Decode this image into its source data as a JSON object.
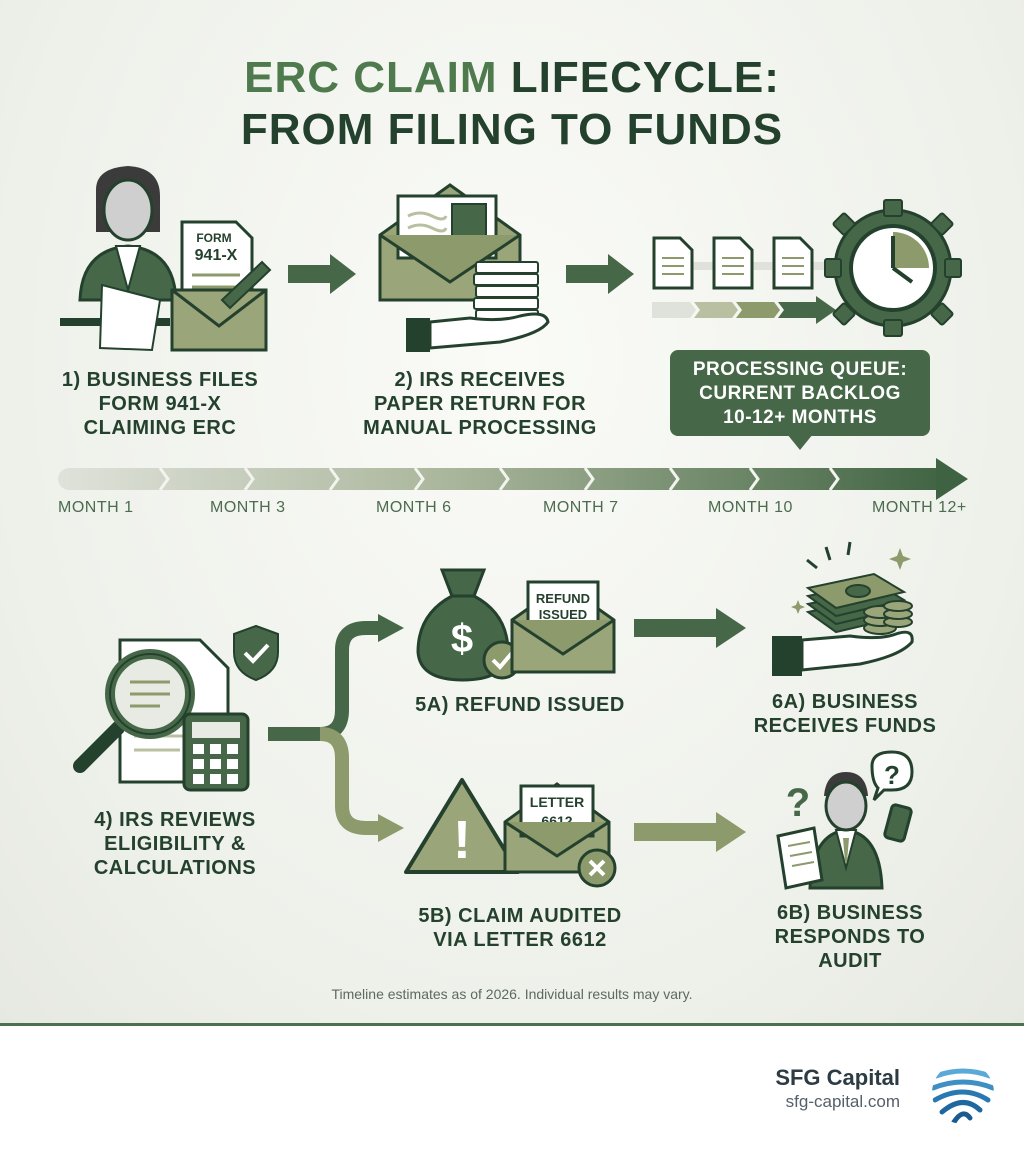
{
  "title": {
    "part1": "ERC CLAIM",
    "part2": "LIFECYCLE:",
    "line2": "FROM FILING TO FUNDS"
  },
  "steps": {
    "s1": [
      "1) BUSINESS FILES",
      "FORM 941-X",
      "CLAIMING ERC"
    ],
    "s2": [
      "2) IRS RECEIVES",
      "PAPER RETURN FOR",
      "MANUAL PROCESSING"
    ],
    "s4": [
      "4) IRS REVIEWS",
      "ELIGIBILITY &",
      "CALCULATIONS"
    ],
    "s5a": [
      "5a) REFUND ISSUED"
    ],
    "s5b": [
      "5b) CLAIM AUDITED",
      "VIA LETTER 6612"
    ],
    "s6a": [
      "6a) BUSINESS",
      "RECEIVES FUNDS"
    ],
    "s6b": [
      "6b) BUSINESS",
      "RESPONDS TO",
      "AUDIT"
    ]
  },
  "queue": [
    "PROCESSING QUEUE:",
    "CURRENT BACKLOG",
    "10-12+ MONTHS"
  ],
  "timeline": [
    "MONTH 1",
    "MONTH 3",
    "MONTH 6",
    "MONTH 7",
    "MONTH 10",
    "MONTH 12+"
  ],
  "icons": {
    "form_line1": "FORM",
    "form_line2": "941-X",
    "refund_line1": "REFUND",
    "refund_line2": "ISSUED",
    "letter_line1": "LETTER",
    "letter_line2": "6612",
    "dollar": "$",
    "question": "?",
    "exclaim": "!"
  },
  "note": "Timeline estimates as of 2026. Individual results may vary.",
  "brand": {
    "name": "SFG Capital",
    "url": "sfg-capital.com"
  },
  "colors": {
    "dark_green": "#24412d",
    "mid_green": "#466848",
    "olive": "#8c9a6c",
    "pale_olive": "#b9c0a2"
  }
}
